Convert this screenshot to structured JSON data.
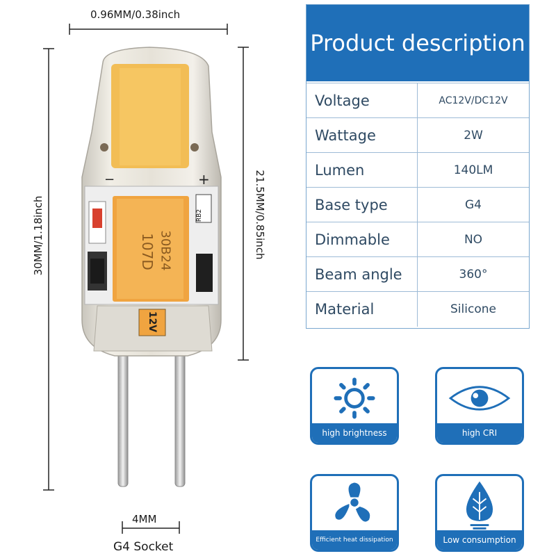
{
  "dimensions": {
    "width_label": "0.96MM/0.38inch",
    "total_height_label": "30MM/1.18inch",
    "body_height_label": "21.5MM/0.85inch",
    "pin_spacing_label": "4MM",
    "socket_label": "G4 Socket"
  },
  "bulb": {
    "capacitor_code_1": "107D",
    "capacitor_code_2": "30B24",
    "voltage_mark": "12V",
    "resistor_mark": "RB2",
    "minus_mark": "−",
    "plus_mark": "+"
  },
  "product_table": {
    "title": "Product description",
    "rows": [
      {
        "label": "Voltage",
        "value": "AC12V/DC12V"
      },
      {
        "label": "Wattage",
        "value": "2W"
      },
      {
        "label": "Lumen",
        "value": "140LM"
      },
      {
        "label": "Base type",
        "value": "G4"
      },
      {
        "label": "Dimmable",
        "value": "NO"
      },
      {
        "label": "Beam angle",
        "value": "360°"
      },
      {
        "label": "Material",
        "value": "Silicone"
      }
    ]
  },
  "features": [
    {
      "label": "high brightness",
      "icon": "sun-icon"
    },
    {
      "label": "high CRI",
      "icon": "eye-icon"
    },
    {
      "label": "Efficient heat dissipation",
      "icon": "fan-icon"
    },
    {
      "label": "Low consumption",
      "icon": "leaf-drop-icon"
    }
  ],
  "colors": {
    "accent_blue": "#1f6fb8",
    "chip_yellow": "#f2bd55",
    "capacitor_orange": "#f0a440"
  }
}
